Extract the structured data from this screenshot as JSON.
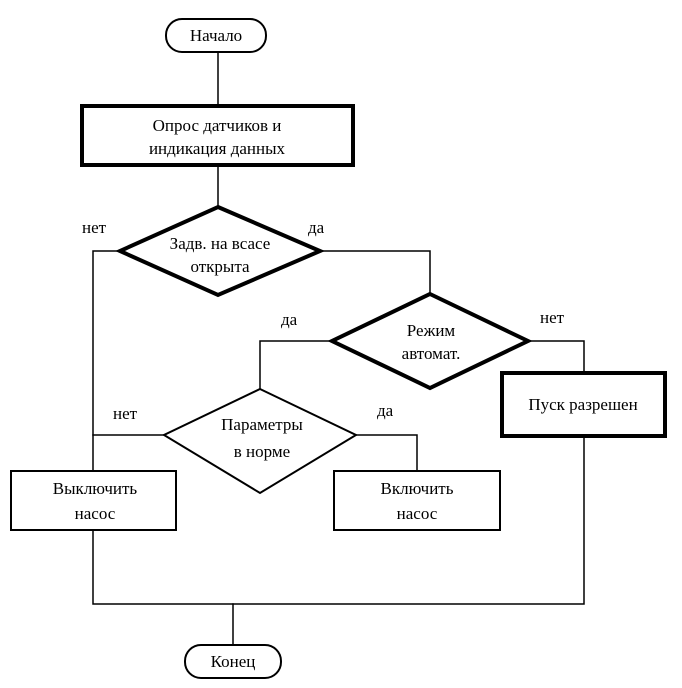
{
  "flowchart": {
    "start": "Начало",
    "end": "Конец",
    "poll": {
      "line1": "Опрос датчиков и",
      "line2": "индикация данных"
    },
    "valve_decision": {
      "line1": "Задв. на всасе",
      "line2": "открыта"
    },
    "mode_decision": {
      "line1": "Режим",
      "line2": "автомат."
    },
    "params_decision": {
      "line1": "Параметры",
      "line2": "в норме"
    },
    "start_allowed": "Пуск разрешен",
    "pump_off": {
      "line1": "Выключить",
      "line2": "насос"
    },
    "pump_on": {
      "line1": "Включить",
      "line2": "насос"
    },
    "labels": {
      "valve_no": "нет",
      "valve_yes": "да",
      "mode_yes": "да",
      "mode_no": "нет",
      "params_no": "нет",
      "params_yes": "да"
    }
  }
}
